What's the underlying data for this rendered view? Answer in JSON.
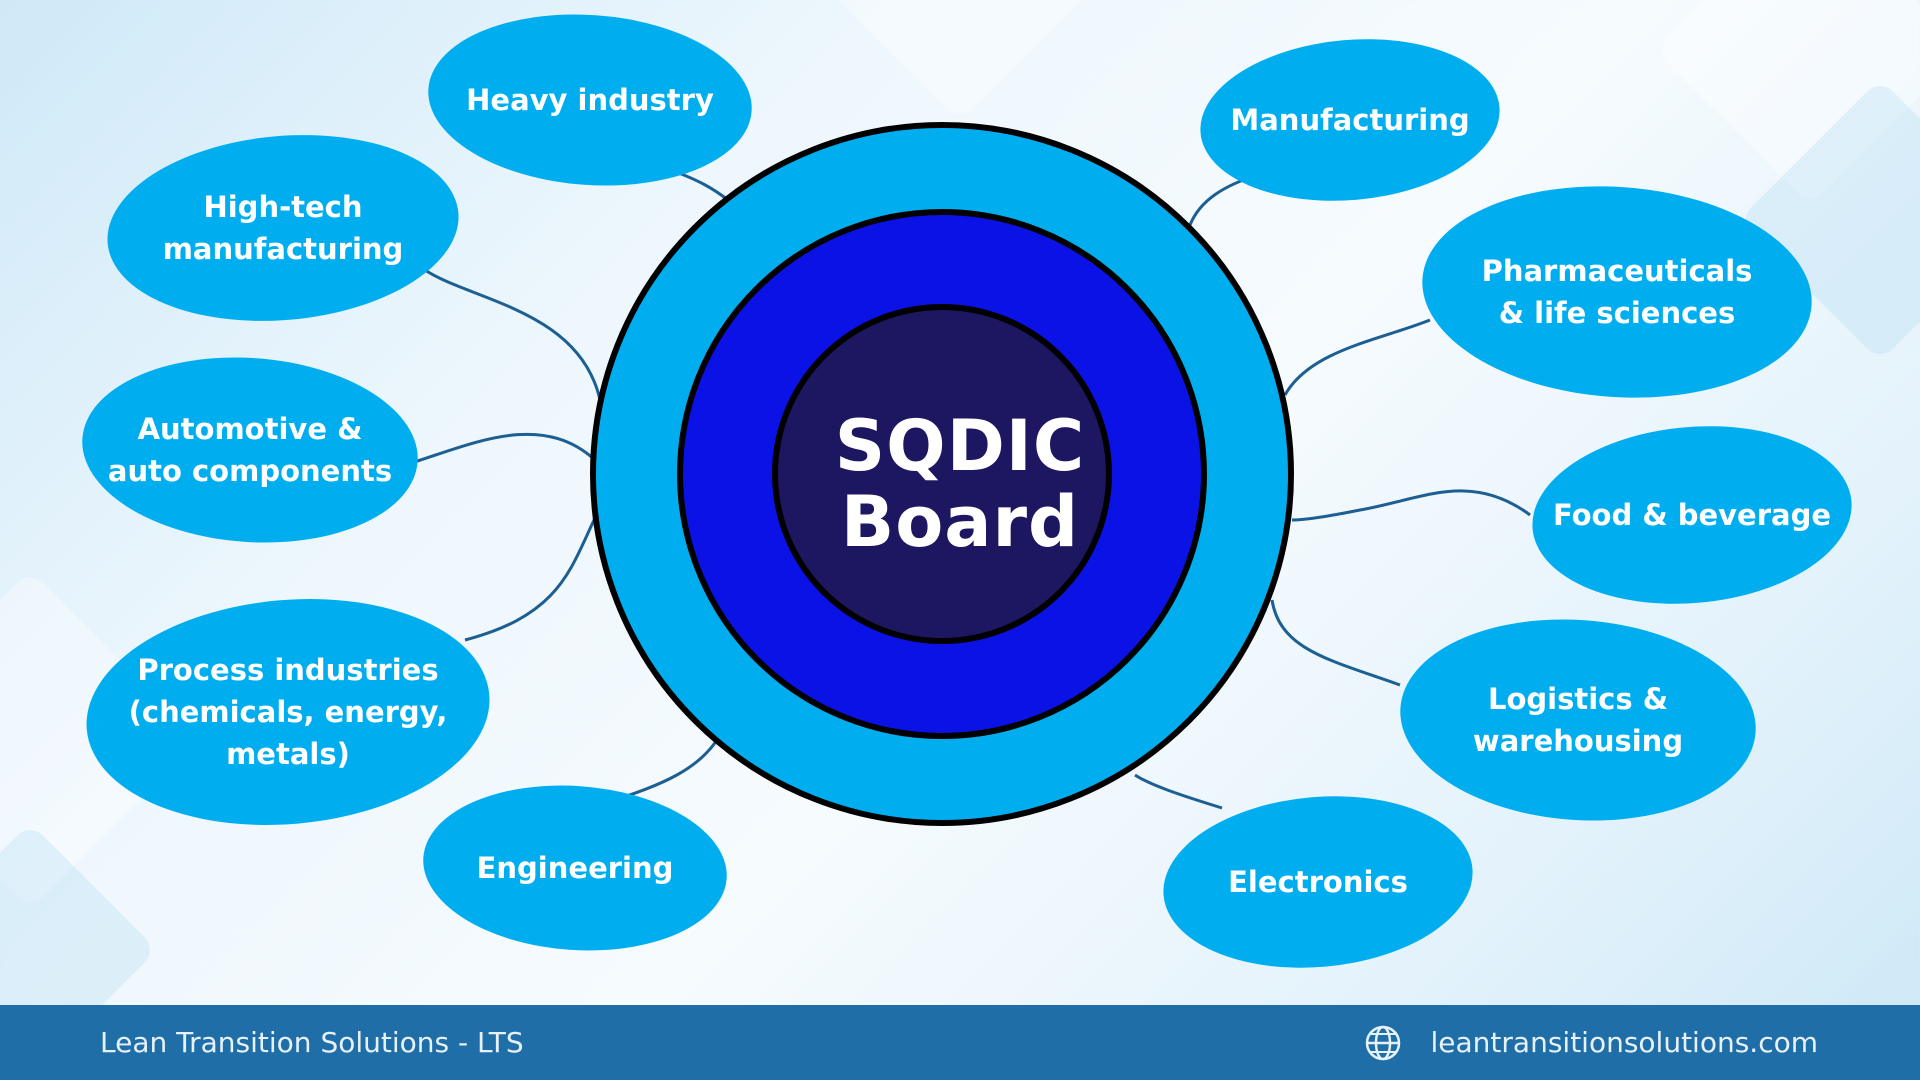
{
  "hub": {
    "line1": "SQDIC",
    "line2": "Board"
  },
  "industries": [
    {
      "label": "Heavy industry"
    },
    {
      "label": "High-tech\nmanufacturing"
    },
    {
      "label": "Automotive &\nauto components"
    },
    {
      "label": "Process industries\n(chemicals, energy,\nmetals)"
    },
    {
      "label": "Engineering"
    },
    {
      "label": "Manufacturing"
    },
    {
      "label": "Pharmaceuticals\n& life sciences"
    },
    {
      "label": "Food & beverage"
    },
    {
      "label": "Logistics &\nwarehousing"
    },
    {
      "label": "Electronics"
    }
  ],
  "footer": {
    "company": "Lean Transition Solutions - LTS",
    "website": "leantransitionsolutions.com",
    "website_icon": "globe-icon"
  },
  "colors": {
    "outer_ring": "#00aeef",
    "middle_ring": "#0a12e6",
    "inner_circle": "#1c1760",
    "blob": "#00aeef",
    "connector": "#1d5f92",
    "footer_bg": "#1f6ea8"
  }
}
